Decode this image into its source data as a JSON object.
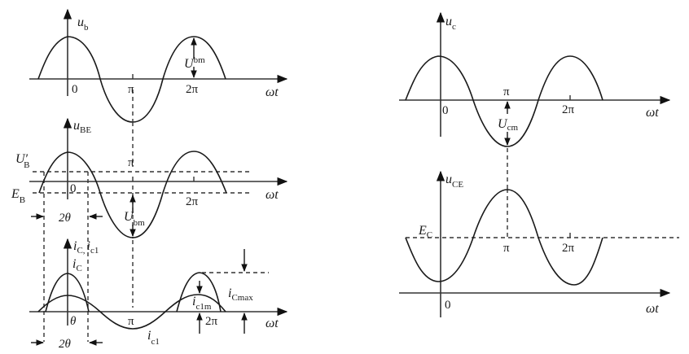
{
  "figure": {
    "left_column": {
      "graph_ub": {
        "y_label": "u",
        "y_sub": "b",
        "amplitude_label": "U",
        "amplitude_sub": "bm",
        "ticks": [
          "0",
          "π",
          "2π"
        ],
        "x_label": "ωt"
      },
      "graph_ube": {
        "y_label": "u",
        "y_sub": "BE",
        "threshold_label": "U′",
        "threshold_sub": "B",
        "bias_label": "E",
        "bias_sub": "B",
        "amplitude_label": "U",
        "amplitude_sub": "bm",
        "conduction_label": "2θ",
        "ticks": [
          "0",
          "π",
          "2π"
        ],
        "x_label": "ωt"
      },
      "graph_ic": {
        "y_label": "i",
        "y_sub": "C,",
        "y_label2": "i",
        "y_sub2": "c1",
        "pulse_label": "i",
        "pulse_sub": "C",
        "fundamental_label": "i",
        "fundamental_sub": "c1",
        "fund_amp_label": "i",
        "fund_amp_sub": "c1m",
        "max_label": "i",
        "max_sub": "Cmax",
        "half_angle_label": "θ",
        "conduction_label": "2θ",
        "ticks": [
          "π",
          "2π"
        ],
        "x_label": "ωt"
      }
    },
    "right_column": {
      "graph_uc": {
        "y_label": "u",
        "y_sub": "c",
        "amplitude_label": "U",
        "amplitude_sub": "cm",
        "ticks": [
          "0",
          "π",
          "2π"
        ],
        "x_label": "ωt"
      },
      "graph_uce": {
        "y_label": "u",
        "y_sub": "CE",
        "supply_label": "E",
        "supply_sub": "C",
        "ticks": [
          "0",
          "π",
          "2π"
        ],
        "x_label": "ωt"
      }
    }
  }
}
